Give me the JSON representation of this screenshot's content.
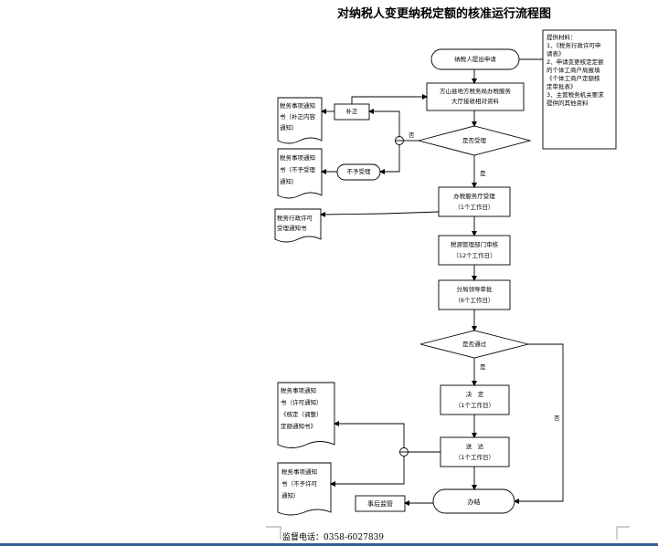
{
  "document": {
    "title": "对纳税人变更纳税定额的核准运行流程图",
    "footer": "监督电话：0358-6027839"
  },
  "diagram": {
    "nodes": {
      "start": "纳税人提出申请",
      "materials": [
        "提供材料：",
        "1、《税务行政许可申",
        "请表》",
        "2、申请变更核定定额",
        "的个体工商户局报填",
        "《个体工商户定额核",
        "定审批表》",
        "3、主管税务机关要求",
        "提供的其他资料"
      ],
      "receive": [
        "方山县地方税务局办税服务",
        "大厅接收相对资料"
      ],
      "supplement": "补正",
      "notice_supplement": [
        "税务事项通知",
        "书（补正内容",
        "通知）"
      ],
      "decision_accept": "是否受理",
      "reject": "不予受理",
      "notice_reject": [
        "税务事项通知",
        "书（不予受理",
        "通知）"
      ],
      "accept": [
        "办税服务厅受理",
        "（1个工作日）"
      ],
      "notice_accept": [
        "税务行政许可",
        "受理通知书"
      ],
      "review": [
        "税源管理部门审核",
        "（12个工作日）"
      ],
      "leader": [
        "分局领导审批",
        "（6个工作日）"
      ],
      "decision_pass": "是否通过",
      "decide": [
        "决　定",
        "（1个工作日）"
      ],
      "deliver": [
        "送　达",
        "（1个工作日）"
      ],
      "notice_permit": [
        "税务事项通知",
        "书（许可通知）",
        "《核定（调整）",
        "定额通知书》"
      ],
      "notice_deny": [
        "税务事项通知",
        "书（不予许可",
        "通知）"
      ],
      "supervise": "事后监管",
      "end": "办结"
    },
    "edge_labels": {
      "no1": "否",
      "yes1": "是",
      "yes2": "是",
      "no2": "否"
    }
  }
}
